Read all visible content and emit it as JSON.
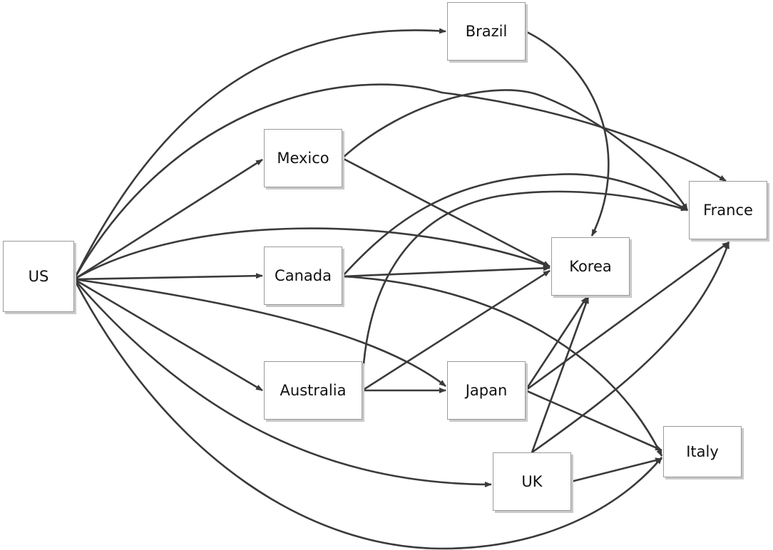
{
  "nodes": {
    "us": "US",
    "brazil": "Brazil",
    "mexico": "Mexico",
    "canada": "Canada",
    "australia": "Australia",
    "japan": "Japan",
    "korea": "Korea",
    "france": "France",
    "italy": "Italy",
    "uk": "UK"
  },
  "edges": [
    {
      "from": "US",
      "to": "Brazil"
    },
    {
      "from": "US",
      "to": "France"
    },
    {
      "from": "US",
      "to": "Mexico"
    },
    {
      "from": "US",
      "to": "Korea"
    },
    {
      "from": "US",
      "to": "Canada"
    },
    {
      "from": "US",
      "to": "Japan"
    },
    {
      "from": "US",
      "to": "Australia"
    },
    {
      "from": "US",
      "to": "Italy"
    },
    {
      "from": "US",
      "to": "UK"
    },
    {
      "from": "Brazil",
      "to": "Korea"
    },
    {
      "from": "Mexico",
      "to": "France"
    },
    {
      "from": "Mexico",
      "to": "Korea"
    },
    {
      "from": "Canada",
      "to": "France"
    },
    {
      "from": "Canada",
      "to": "Korea"
    },
    {
      "from": "Canada",
      "to": "Italy"
    },
    {
      "from": "Australia",
      "to": "France"
    },
    {
      "from": "Australia",
      "to": "Korea"
    },
    {
      "from": "Australia",
      "to": "Japan"
    },
    {
      "from": "Japan",
      "to": "Korea"
    },
    {
      "from": "Japan",
      "to": "France"
    },
    {
      "from": "Japan",
      "to": "Italy"
    },
    {
      "from": "UK",
      "to": "Korea"
    },
    {
      "from": "UK",
      "to": "France"
    },
    {
      "from": "UK",
      "to": "Italy"
    }
  ],
  "colors": {
    "edge": "#3a3a3a",
    "node_border": "#9a9a9a",
    "node_shadow": "#c9c9c9"
  }
}
